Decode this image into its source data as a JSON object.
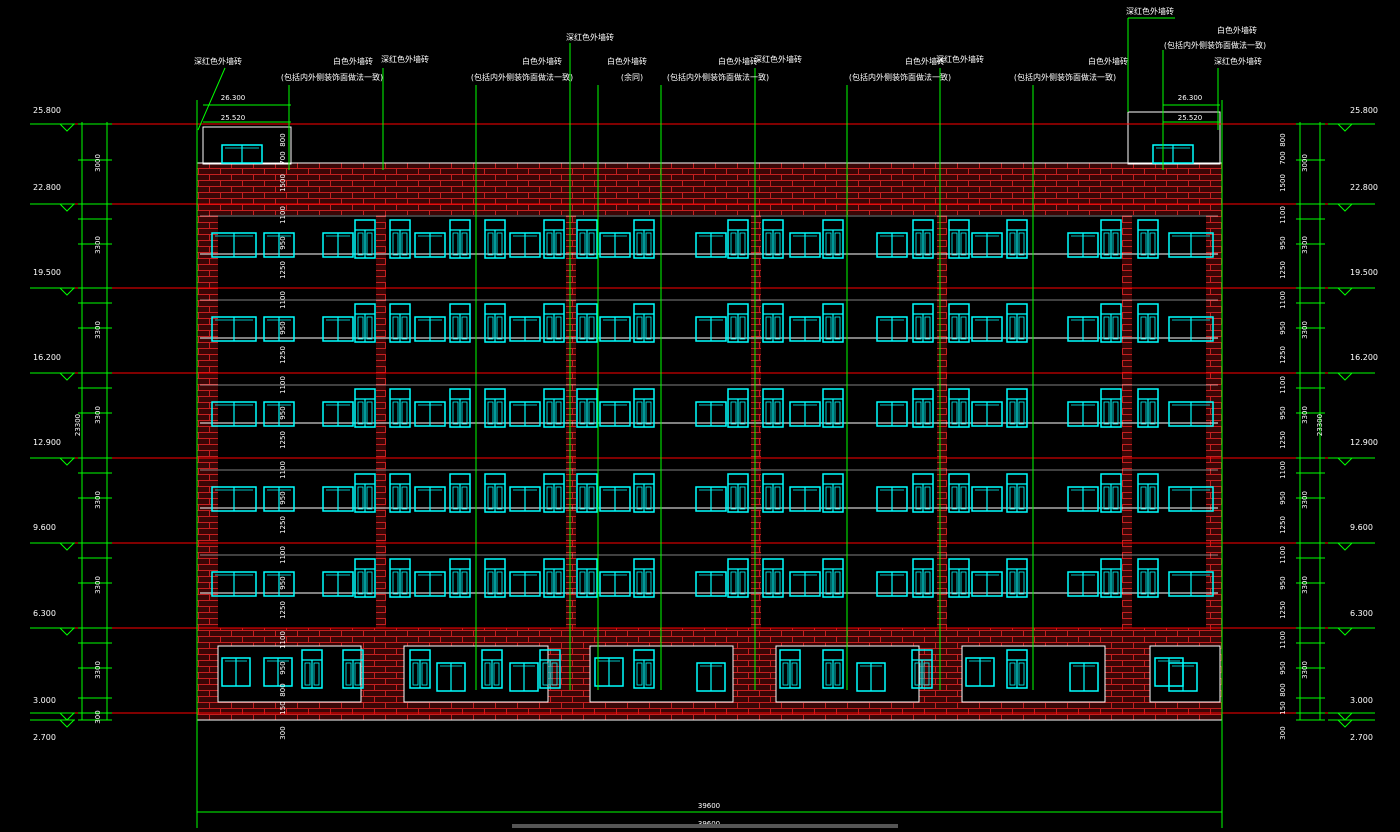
{
  "elevations_left": [
    "25.800",
    "22.800",
    "19.500",
    "16.200",
    "12.900",
    "9.600",
    "6.300",
    "3.000",
    "2.700"
  ],
  "elevations_right": [
    "25.800",
    "22.800",
    "19.500",
    "16.200",
    "12.900",
    "9.600",
    "6.300",
    "3.000",
    "2.700"
  ],
  "roof_marks": {
    "upper": "26.300",
    "lower": "25.520"
  },
  "floor_height_label": "3300",
  "floor_sub_dims": [
    "1100",
    "950",
    "1250"
  ],
  "ground_sub_dims": [
    "800",
    "150"
  ],
  "parapet_dims": [
    "800",
    "700",
    "1500"
  ],
  "parapet_total": "3000",
  "total_height": "23300",
  "plinth": "300",
  "overall_width": "39600",
  "bottom_partial": "39600",
  "annotations": [
    "深红色外墙砖",
    "白色外墙砖",
    "深红色外墙砖",
    "(包括内外侧装饰面做法一致)",
    "深红色外墙砖",
    "白色外墙砖",
    "(包括内外侧装饰面做法一致)",
    "白色外墙砖",
    "(余同)",
    "白色外墙砖",
    "深红色外墙砖",
    "(包括内外侧装饰面做法一致)",
    "白色外墙砖",
    "深红色外墙砖",
    "(包括内外侧装饰面做法一致)",
    "白色外墙砖",
    "(包括内外侧装饰面做法一致)",
    "深红色外墙砖",
    "白色外墙砖",
    "(包括内外侧装饰面做法一致)",
    "深红色外墙砖"
  ],
  "colors": {
    "background": "#000000",
    "dimension": "#00ff00",
    "floor_line": "#ff0000",
    "brick": "#8b1a1a",
    "window": "#00ffff",
    "outline": "#ffffff",
    "text": "#ffffff"
  }
}
